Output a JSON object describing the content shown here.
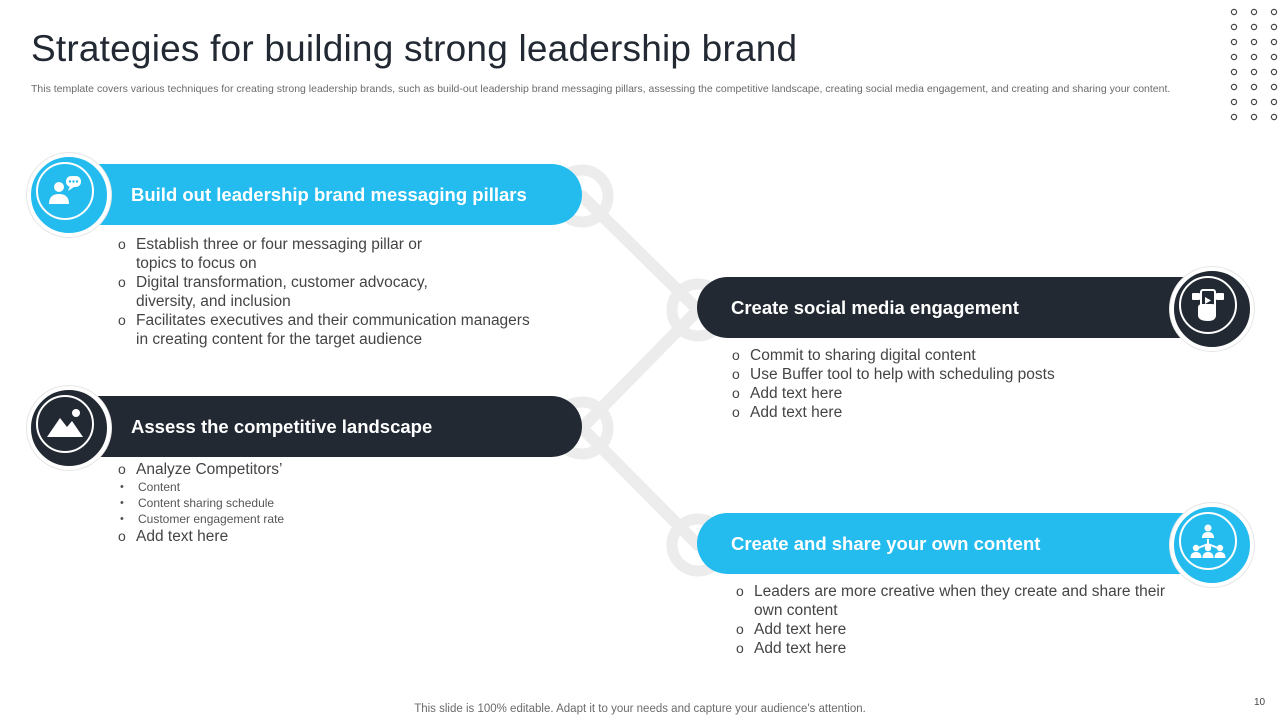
{
  "slide": {
    "title": "Strategies  for building strong leadership brand",
    "subtitle": "This template covers various techniques for creating strong leadership brands, such as build-out leadership brand messaging pillars, assessing the competitive landscape, creating social media engagement, and creating and sharing your content.",
    "footer": "This slide is 100% editable. Adapt it to your needs and capture your audience's attention.",
    "page_number": "10"
  },
  "colors": {
    "accent_blue": "#24bbef",
    "dark_navy": "#222933",
    "connector_gray": "#ececec"
  },
  "strategies": [
    {
      "heading": "Build out leadership brand messaging pillars",
      "icon": "people-chat-icon",
      "items": [
        "Establish three or four messaging pillar or topics to focus on",
        "Digital transformation,  customer advocacy, diversity, and inclusion",
        "Facilitates executives and their communication managers in creating content for the target audience"
      ]
    },
    {
      "heading": "Create social media engagement",
      "icon": "phone-social-icon",
      "items": [
        "Commit to sharing digital content",
        "Use Buffer tool to help with scheduling posts",
        "Add text here",
        "Add text here"
      ]
    },
    {
      "heading": "Assess the competitive landscape",
      "icon": "landscape-image-icon",
      "items": [
        "Analyze  Competitors’",
        "Add text here"
      ],
      "subitems": [
        "Content",
        "Content sharing schedule",
        "Customer engagement rate"
      ]
    },
    {
      "heading": "Create and share your own content",
      "icon": "team-hierarchy-icon",
      "items": [
        "Leaders are more creative when they create and share their own content",
        "Add text here",
        "Add text here"
      ]
    }
  ]
}
